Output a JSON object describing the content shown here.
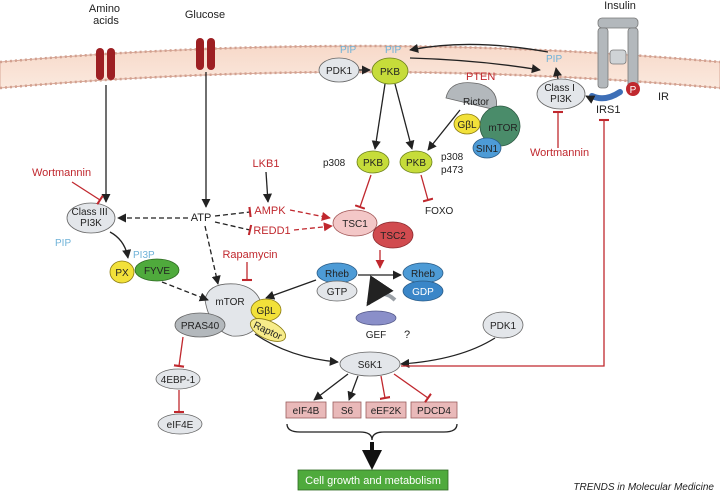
{
  "membrane_labels": {
    "amino_acids": "Amino\nacids",
    "glucose": "Glucose",
    "insulin": "Insulin"
  },
  "nodes": {
    "pdk1_top": "PDK1",
    "pkb_top": "PKB",
    "pten": "PTEN",
    "rictor": "Rictor",
    "gbl_top": "GβL",
    "mtor_c2": "mTOR",
    "sin1": "SIN1",
    "class1_pi3k": "Class I\nPI3K",
    "irs1": "IRS1",
    "ir": "IR",
    "p_badge": "P",
    "pkb_left": "PKB",
    "pkb_right": "PKB",
    "p308_left": "p308",
    "p308_right": "p308",
    "p473": "p473",
    "foxo": "FOXO",
    "lkb1": "LKB1",
    "ampk": "AMPK",
    "redd1": "REDD1",
    "atp": "ATP",
    "tsc1": "TSC1",
    "tsc2": "TSC2",
    "class3_pi3k": "Class III\nPI3K",
    "px": "PX",
    "fyve": "FYVE",
    "rheb_gtp_top": "Rheb",
    "rheb_gtp_bottom": "GTP",
    "rheb_gdp_top": "Rheb",
    "rheb_gdp_bottom": "GDP",
    "gef": "GEF",
    "question": "?",
    "mtor_c1": "mTOR",
    "gbl_c1": "GβL",
    "raptor": "Raptor",
    "pras40": "PRAS40",
    "pdk1_bottom": "PDK1",
    "s6k1": "S6K1",
    "eif4b": "eIF4B",
    "s6": "S6",
    "eef2k": "eEF2K",
    "pdcd4": "PDCD4",
    "ebp1": "4EBP-1",
    "eif4e": "eIF4E",
    "cell_growth": "Cell growth and metabolism"
  },
  "drug_labels": {
    "wortmannin_left": "Wortmannin",
    "wortmannin_right": "Wortmannin",
    "rapamycin": "Rapamycin"
  },
  "lipid_labels": {
    "pip_left": "PIP",
    "pip3_left": "PI3P",
    "pip_top1": "PIP",
    "pip_top2": "PIP",
    "pip_right": "PIP"
  },
  "credit": "TRENDS in Molecular Medicine",
  "colors": {
    "green_node": "#c6dc3a",
    "green_dark": "#4a8c2a",
    "yellow_node": "#f2e13a",
    "blue_node": "#4d9bd6",
    "grey_node": "#b3b8bc",
    "light_grey": "#e3e6ea",
    "pink_node": "#f3c7c7",
    "red": "#c0282e",
    "membrane": "#f7d9c9",
    "dark_red": "#9d1f23",
    "growth_green": "#4faa3c"
  }
}
